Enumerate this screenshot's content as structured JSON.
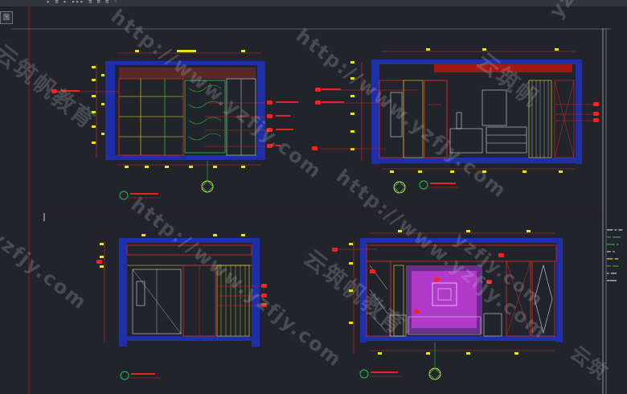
{
  "app": {
    "titlebar_text": "▸ ≡ ▸ ▸▸▸ ≡ ≡ ≡ ◦",
    "viewcube_label": "国"
  },
  "watermarks": [
    {
      "text": "http://www.yzfjy.com",
      "style": "normal"
    },
    {
      "text": "http://www.yzfjy.com",
      "style": "normal"
    },
    {
      "text": "http://www.yzfjy.com",
      "style": "normal"
    },
    {
      "text": "http://www.yzfjy.com",
      "style": "normal"
    },
    {
      "text": "云筑帆教育",
      "style": "big"
    },
    {
      "text": "云筑帆",
      "style": "big"
    },
    {
      "text": "云筑帆教育",
      "style": "big"
    },
    {
      "text": "yzfjy.com",
      "style": "normal"
    },
    {
      "text": "yzfjy.com",
      "style": "small"
    },
    {
      "text": "云筑",
      "style": "normal"
    },
    {
      "text": "yzfjy",
      "style": "normal"
    }
  ],
  "sheet": {
    "side_panel_rows": [
      "▬▬▬ ▬ ▬▬",
      "▬▬ ▬▬▬▬",
      "▬▬▬▬ ▬",
      "▬▬ ▬",
      "▬▬▬ ▬▬",
      "▬▬ ▬▬▬",
      "▬ ▬▬▬",
      "▬▬▬▬▬"
    ]
  },
  "colors": {
    "background": "#21252b",
    "wall_blue": "#1f2fa8",
    "dim_red": "#e02626",
    "line_yellow": "#e9e21c",
    "furniture_white": "#d6d6d6",
    "fill_magenta": "#b23ac8",
    "fill_purple": "#6a2f8a",
    "marker_green": "#26c24a",
    "tag_red": "#ff2020"
  }
}
